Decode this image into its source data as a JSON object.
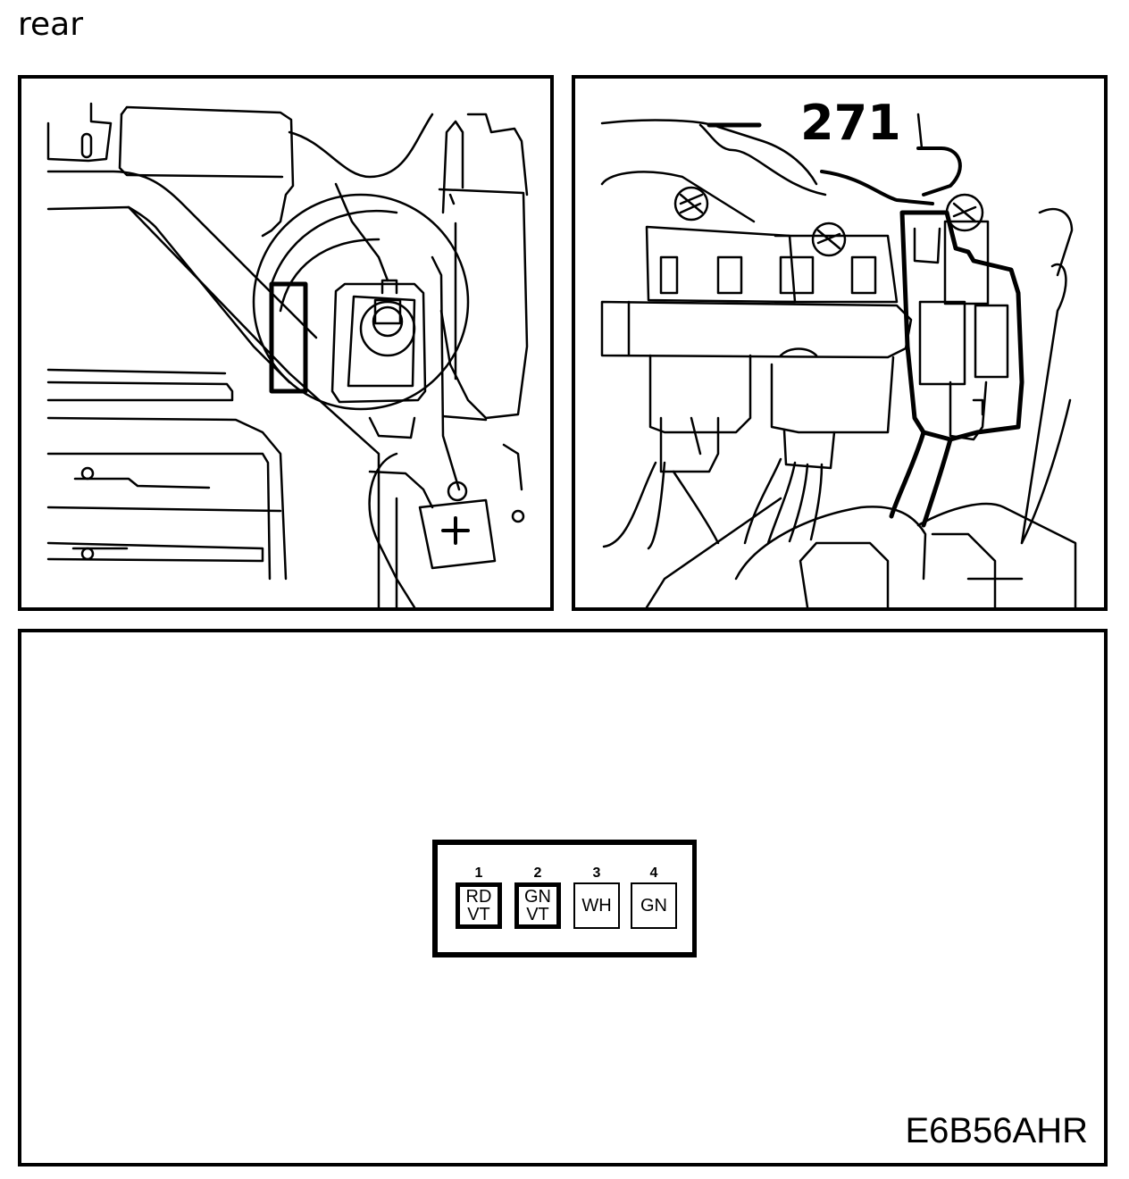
{
  "heading": "rear",
  "callout_label": "271",
  "figure_code": "E6B56AHR",
  "connector_pins": [
    {
      "number": "1",
      "line1": "RD",
      "line2": "VT",
      "highlighted": true
    },
    {
      "number": "2",
      "line1": "GN",
      "line2": "VT",
      "highlighted": true
    },
    {
      "number": "3",
      "line1": "WH",
      "line2": "",
      "highlighted": false
    },
    {
      "number": "4",
      "line1": "GN",
      "line2": "",
      "highlighted": false
    }
  ]
}
